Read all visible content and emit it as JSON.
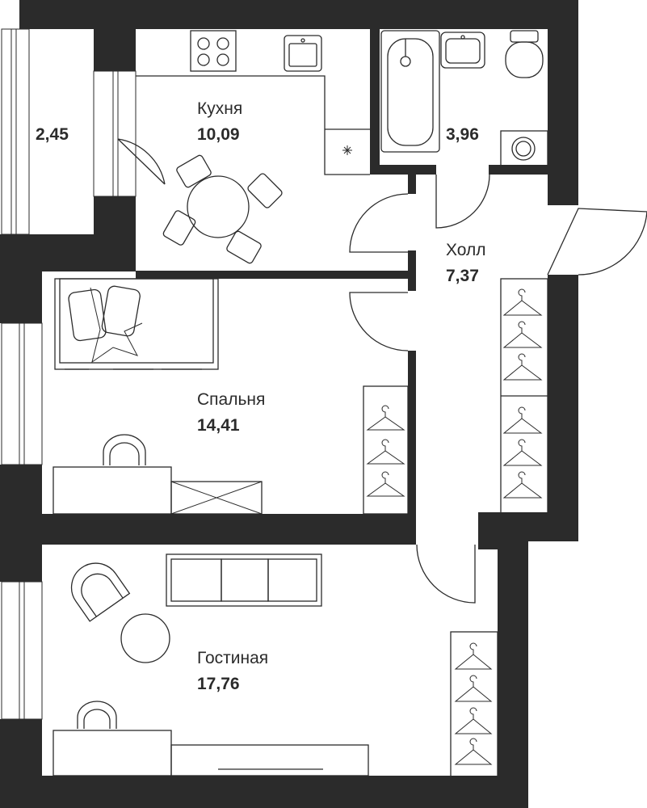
{
  "colors": {
    "wall": "#2b2b2b",
    "background": "#ffffff"
  },
  "rooms": {
    "balcony": {
      "name": "",
      "area": "2,45"
    },
    "kitchen": {
      "name": "Кухня",
      "area": "10,09"
    },
    "bathroom": {
      "name": "",
      "area": "3,96"
    },
    "hall": {
      "name": "Холл",
      "area": "7,37"
    },
    "bedroom": {
      "name": "Спальня",
      "area": "14,41"
    },
    "living": {
      "name": "Гостиная",
      "area": "17,76"
    }
  }
}
